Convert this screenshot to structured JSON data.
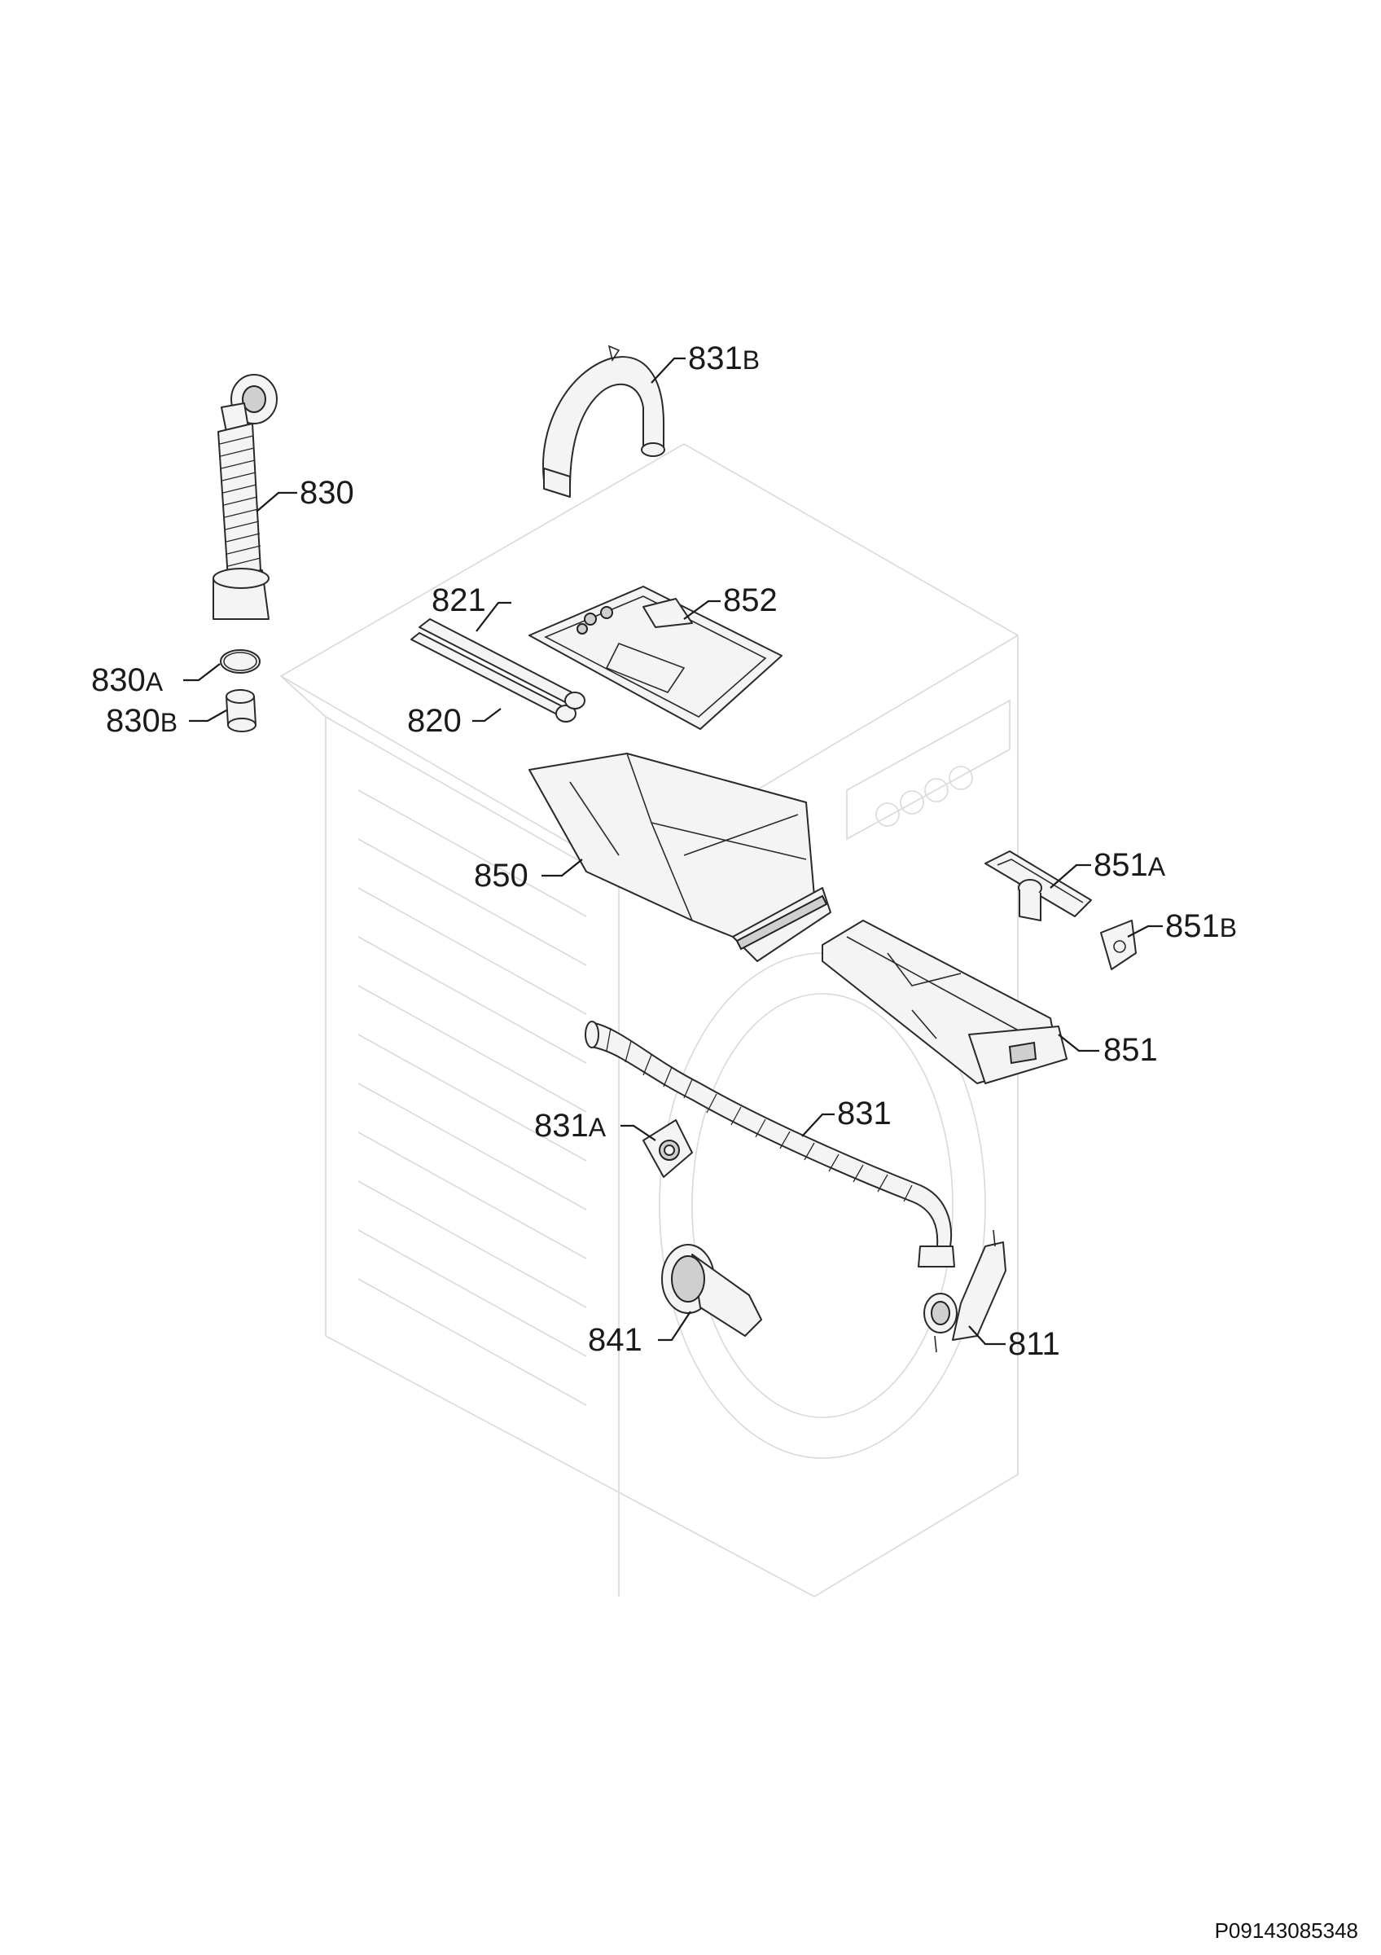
{
  "labels": {
    "p831b": {
      "num": "831",
      "suf": "B"
    },
    "p830": {
      "num": "830",
      "suf": ""
    },
    "p821": {
      "num": "821",
      "suf": ""
    },
    "p852": {
      "num": "852",
      "suf": ""
    },
    "p830a": {
      "num": "830",
      "suf": "A"
    },
    "p830b": {
      "num": "830",
      "suf": "B"
    },
    "p820": {
      "num": "820",
      "suf": ""
    },
    "p850": {
      "num": "850",
      "suf": ""
    },
    "p851a": {
      "num": "851",
      "suf": "A"
    },
    "p851b": {
      "num": "851",
      "suf": "B"
    },
    "p851": {
      "num": "851",
      "suf": ""
    },
    "p831a": {
      "num": "831",
      "suf": "A"
    },
    "p831": {
      "num": "831",
      "suf": ""
    },
    "p841": {
      "num": "841",
      "suf": ""
    },
    "p811": {
      "num": "811",
      "suf": ""
    }
  },
  "reference_code": "P09143085348"
}
